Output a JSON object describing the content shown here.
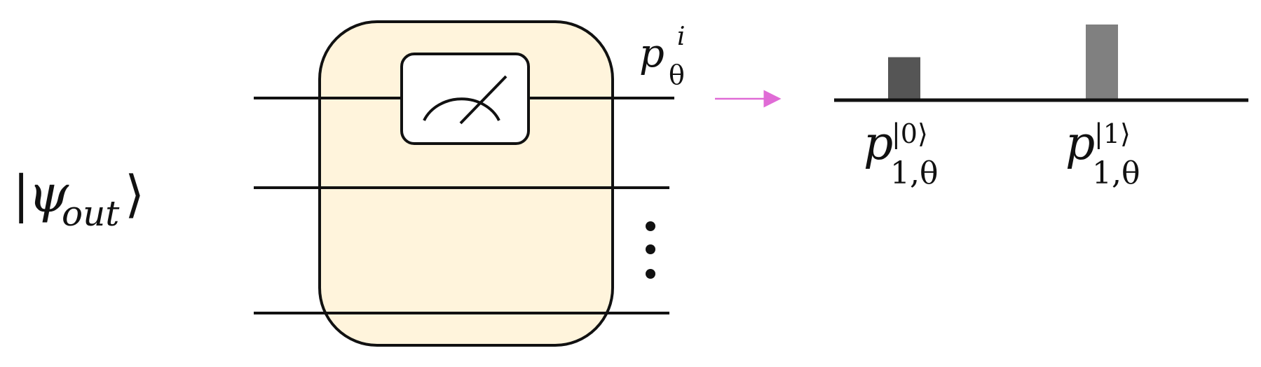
{
  "input_state": {
    "bra": "|",
    "psi": "ψ",
    "subscript": "out",
    "ket": "⟩"
  },
  "output_label": {
    "symbol": "p",
    "superscript": "i",
    "subscript": "θ"
  },
  "chart_data": {
    "type": "bar",
    "categories": [
      "|0⟩",
      "|1⟩"
    ],
    "values": [
      0.56,
      1.0
    ],
    "bar_colors": [
      "#555555",
      "#808080"
    ],
    "labels": [
      {
        "symbol": "p",
        "superscript": "|0⟩",
        "subscript": "1,θ"
      },
      {
        "symbol": "p",
        "superscript": "|1⟩",
        "subscript": "1,θ"
      }
    ]
  },
  "colors": {
    "block_fill": "#fff4dc",
    "arrow": "#e06bd6",
    "line": "#111111"
  },
  "icons": {
    "meter": "measurement-meter-icon",
    "ellipsis": "vertical-ellipsis-icon",
    "arrow": "right-arrow-icon"
  }
}
